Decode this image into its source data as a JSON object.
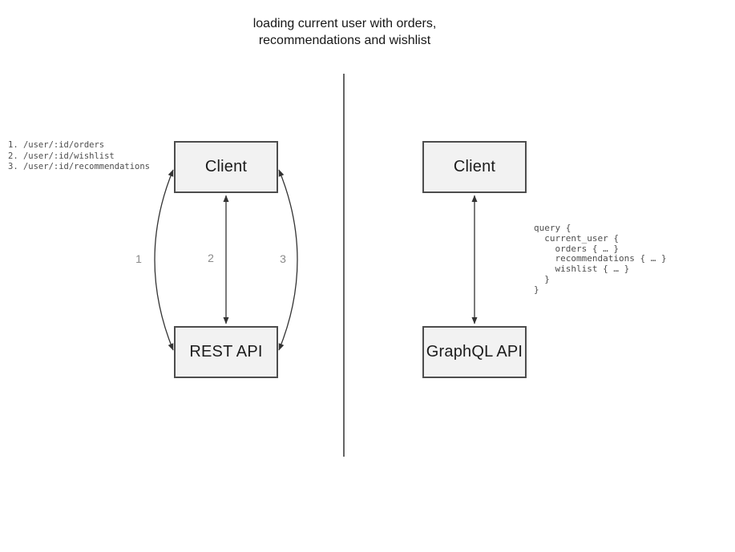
{
  "title": {
    "line1": "loading current user with orders,",
    "line2": "recommendations and wishlist"
  },
  "rest_panel": {
    "endpoints": [
      "1. /user/:id/orders",
      "2. /user/:id/wishlist",
      "3. /user/:id/recommendations"
    ],
    "client_label": "Client",
    "api_label": "REST API",
    "arrow_labels": [
      "1",
      "2",
      "3"
    ]
  },
  "graphql_panel": {
    "client_label": "Client",
    "api_label": "GraphQL API",
    "query_lines": [
      "query {",
      "  current_user {",
      "    orders { … }",
      "    recommendations { … }",
      "    wishlist { … }",
      "  }",
      "}"
    ]
  },
  "colors": {
    "box_fill": "#f2f2f2",
    "box_border": "#4d4d4d",
    "arrow": "#333333",
    "divider": "#666666",
    "mono_text": "#4d4d4d",
    "arrow_label_gray": "#8a8a8a",
    "title_text": "#171717"
  }
}
